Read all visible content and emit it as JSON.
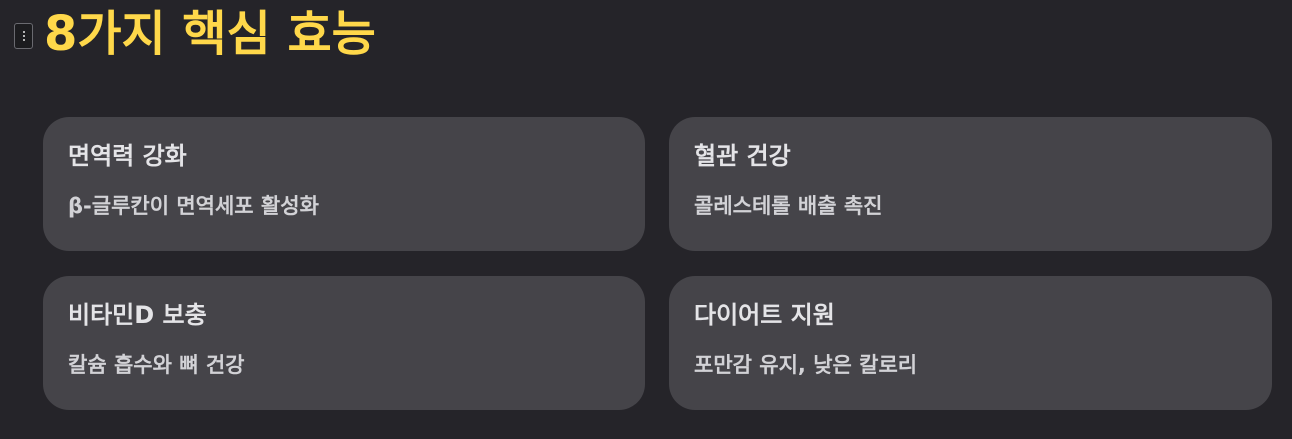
{
  "header": {
    "title": "8가지 핵심 효능"
  },
  "benefits": [
    {
      "title": "면역력 강화",
      "description": "β-글루칸이 면역세포 활성화"
    },
    {
      "title": "혈관 건강",
      "description": "콜레스테롤 배출 촉진"
    },
    {
      "title": "비타민D 보충",
      "description": "칼슘 흡수와 뼈 건강"
    },
    {
      "title": "다이어트 지원",
      "description": "포만감 유지, 낮은 칼로리"
    }
  ],
  "colors": {
    "background": "#252429",
    "title_accent": "#ffd84a",
    "card_background": "#454449",
    "card_title": "#e4e4e7",
    "card_text": "#d2d2d6"
  },
  "icons": {
    "drag_handle": "vertical-ellipsis-icon"
  }
}
